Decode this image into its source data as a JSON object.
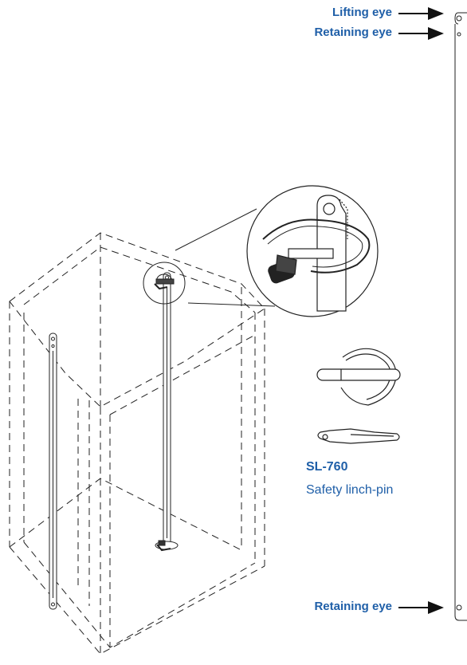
{
  "callouts": {
    "top_lifting": "Lifting eye",
    "top_retaining": "Retaining eye",
    "bottom_retaining": "Retaining eye"
  },
  "part": {
    "code": "SL-760",
    "name": "Safety linch-pin"
  },
  "colors": {
    "label": "#1f5fa8",
    "line": "#222222"
  }
}
